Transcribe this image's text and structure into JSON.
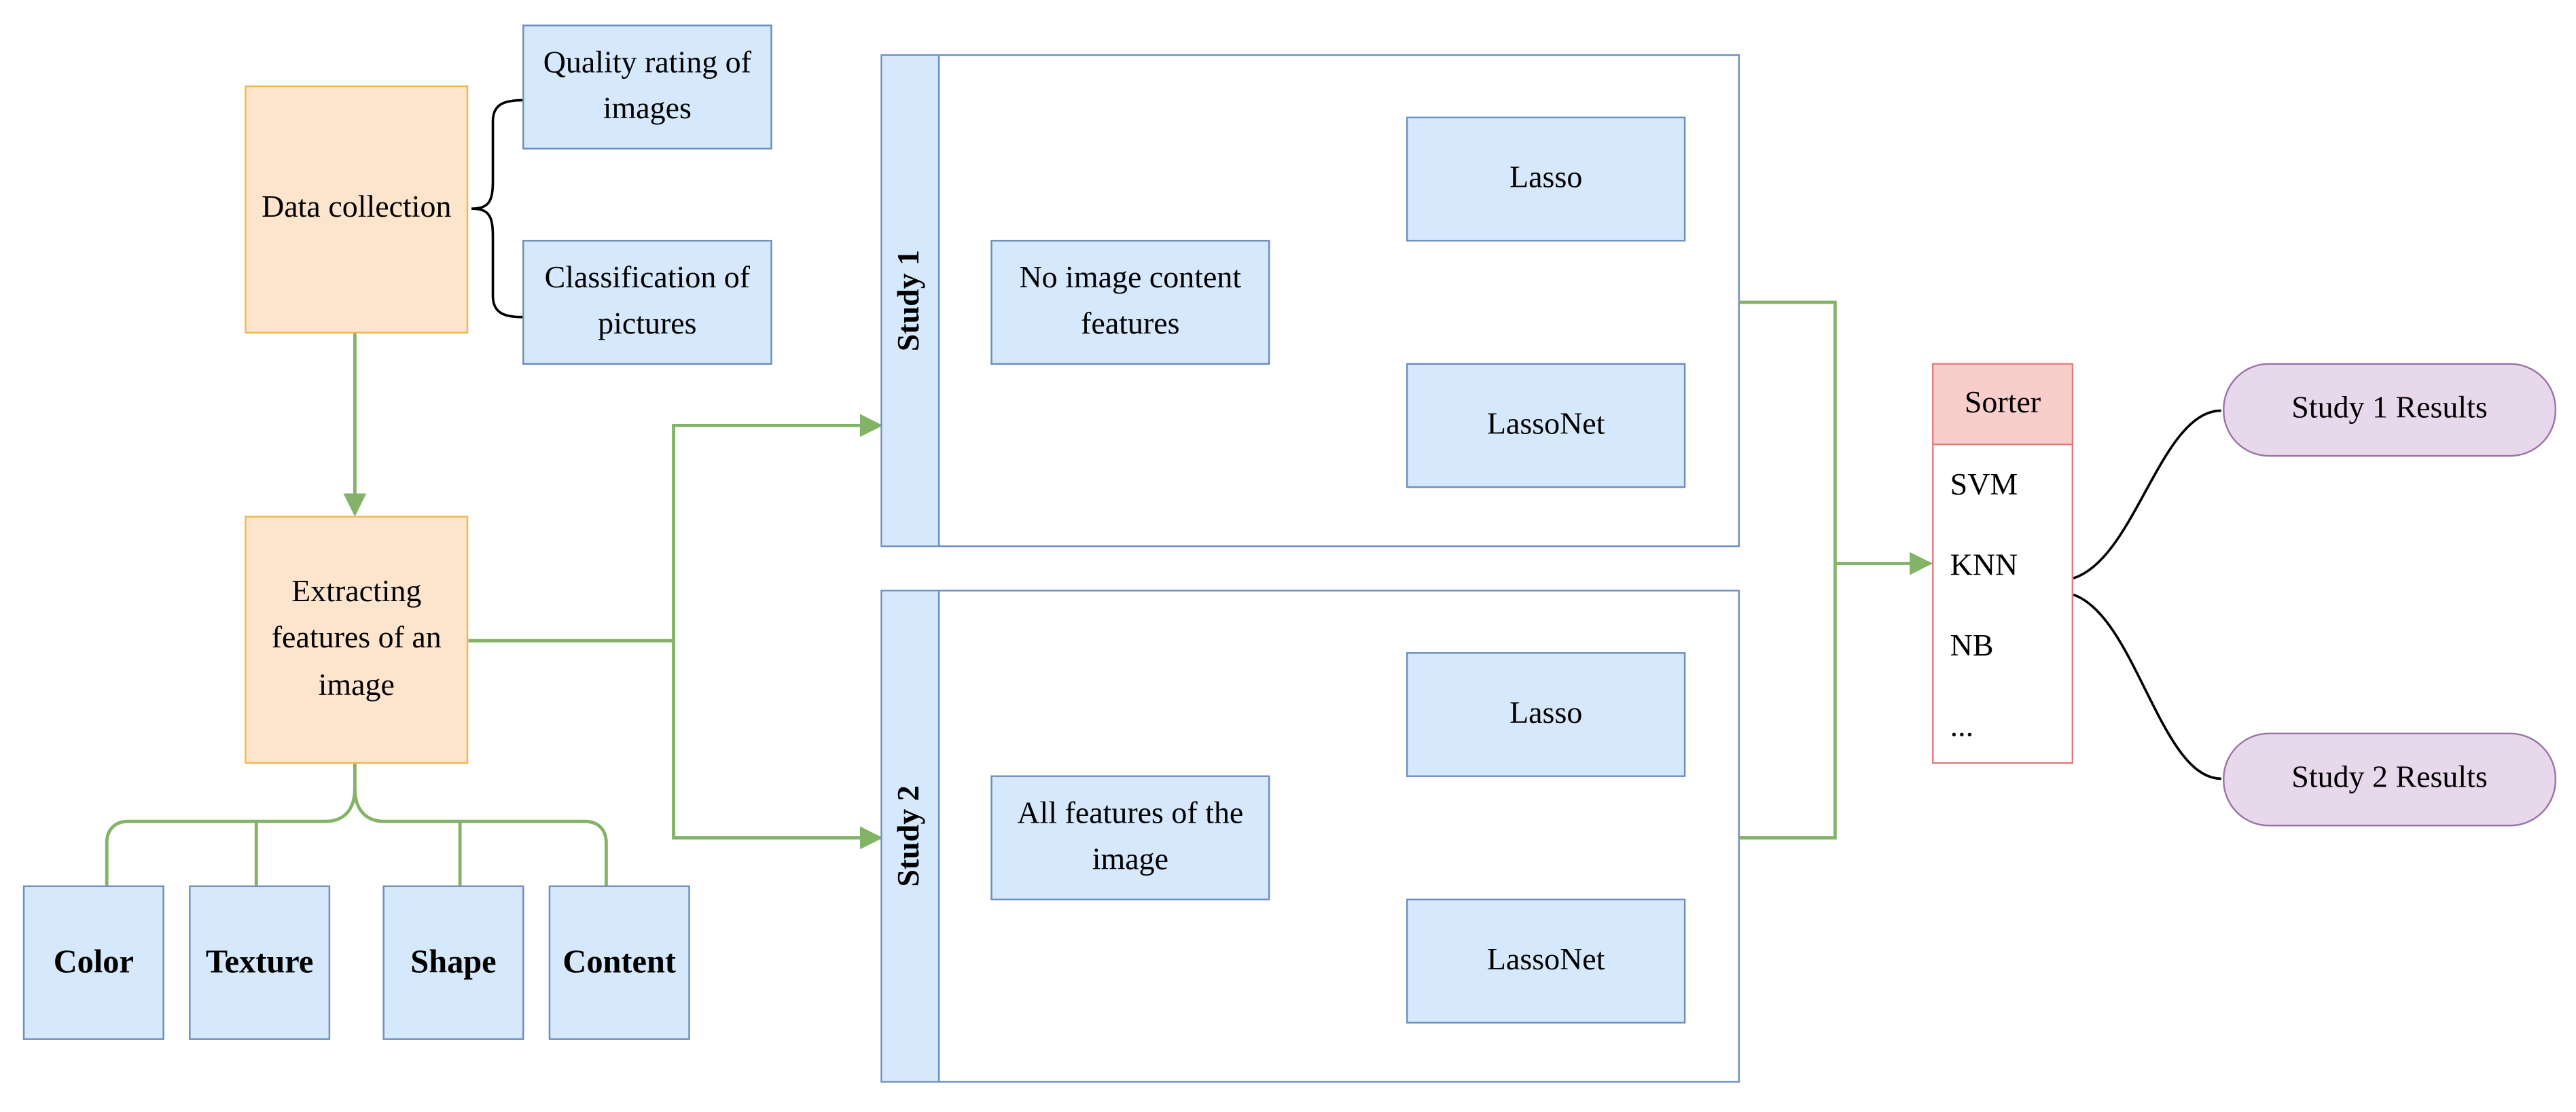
{
  "nodes": {
    "data_collection": "Data collection",
    "quality_rating": "Quality rating of images",
    "classification": "Classification of pictures",
    "extracting": "Extracting features of an image",
    "color": "Color",
    "texture": "Texture",
    "shape": "Shape",
    "content": "Content"
  },
  "study1": {
    "title": "Study 1",
    "input": "No image content features",
    "method_a": "Lasso",
    "method_b": "LassoNet"
  },
  "study2": {
    "title": "Study 2",
    "input": "All features of the image",
    "method_a": "Lasso",
    "method_b": "LassoNet"
  },
  "sorter": {
    "title": "Sorter",
    "items": [
      "SVM",
      "KNN",
      "NB",
      "..."
    ]
  },
  "results": {
    "study1": "Study 1 Results",
    "study2": "Study 2 Results"
  },
  "colors": {
    "blue_fill": "#d6e8fb",
    "blue_stroke": "#6c8ebf",
    "orange_fill": "#fde4cc",
    "orange_stroke": "#f1b84a",
    "green_arrow": "#82b366",
    "red_stroke": "#e07b7b",
    "purple_fill": "#e8d8ec"
  }
}
